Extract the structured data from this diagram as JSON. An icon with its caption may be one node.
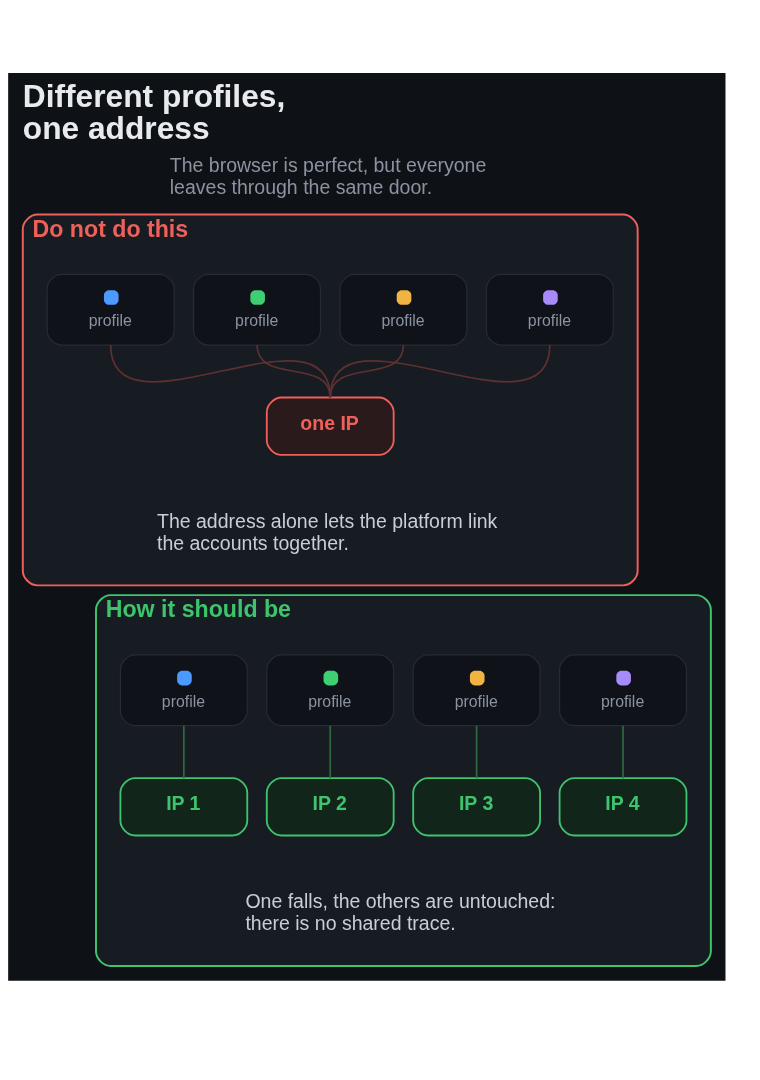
{
  "diagram": {
    "title": "Different profiles, one address",
    "nodes": [
      {
        "text": [
          "Do not do this",
          "The address alone lets the platform link the accounts together."
        ]
      },
      {
        "text": [
          "profile"
        ],
        "in": 0
      },
      {
        "text": [
          "profile"
        ],
        "in": 0
      },
      {
        "text": [
          "profile"
        ],
        "in": 0
      },
      {
        "text": [
          "profile"
        ],
        "in": 0
      },
      {
        "text": [
          "one IP"
        ],
        "in": 0
      },
      {
        "text": [
          "How it should be",
          "One falls, the others are untouched: there is no shared trace."
        ]
      },
      {
        "text": [
          "profile"
        ],
        "in": 6
      },
      {
        "text": [
          "profile"
        ],
        "in": 6
      },
      {
        "text": [
          "profile"
        ],
        "in": 6
      },
      {
        "text": [
          "profile"
        ],
        "in": 6
      },
      {
        "text": [
          "IP 1"
        ],
        "in": 6
      },
      {
        "text": [
          "IP 2"
        ],
        "in": 6
      },
      {
        "text": [
          "IP 3"
        ],
        "in": 6
      },
      {
        "text": [
          "IP 4"
        ],
        "in": 6
      }
    ],
    "edges": [
      {
        "from": 1,
        "to": 5,
        "arrow": "none",
        "color": "#5e3030"
      },
      {
        "from": 2,
        "to": 5,
        "arrow": "none",
        "color": "#5e3030"
      },
      {
        "from": 3,
        "to": 5,
        "arrow": "none",
        "color": "#5e3030"
      },
      {
        "from": 4,
        "to": 5,
        "arrow": "none",
        "color": "#5e3030"
      },
      {
        "from": 7,
        "to": 11,
        "arrow": "none",
        "color": "#2e6a40"
      },
      {
        "from": 8,
        "to": 12,
        "arrow": "none",
        "color": "#2e6a40"
      },
      {
        "from": 9,
        "to": 13,
        "arrow": "none",
        "color": "#2e6a40"
      },
      {
        "from": 10,
        "to": 14,
        "arrow": "none",
        "color": "#2e6a40"
      }
    ],
    "labels": [
      "The browser is perfect, but everyone leaves through the same door."
    ]
  }
}
